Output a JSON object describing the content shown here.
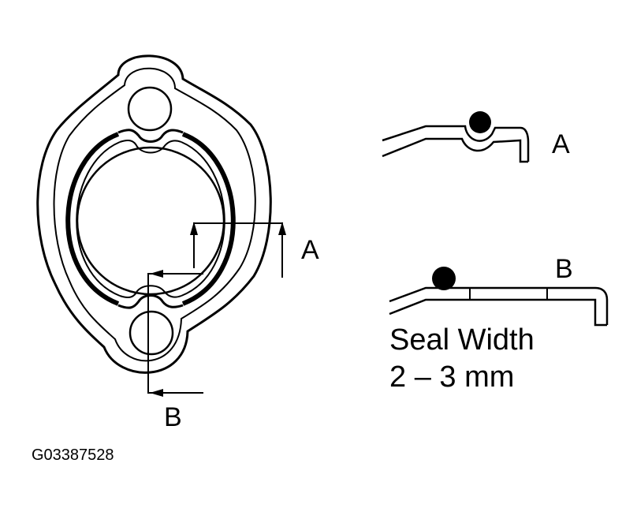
{
  "labels": {
    "section_a_callout": "A",
    "section_b_callout": "B",
    "detail_a": "A",
    "detail_b": "B",
    "seal_width_title": "Seal Width",
    "seal_width_value": "2 – 3 mm",
    "figure_id": "G03387528"
  },
  "colors": {
    "ink": "#000000",
    "background": "#ffffff"
  }
}
